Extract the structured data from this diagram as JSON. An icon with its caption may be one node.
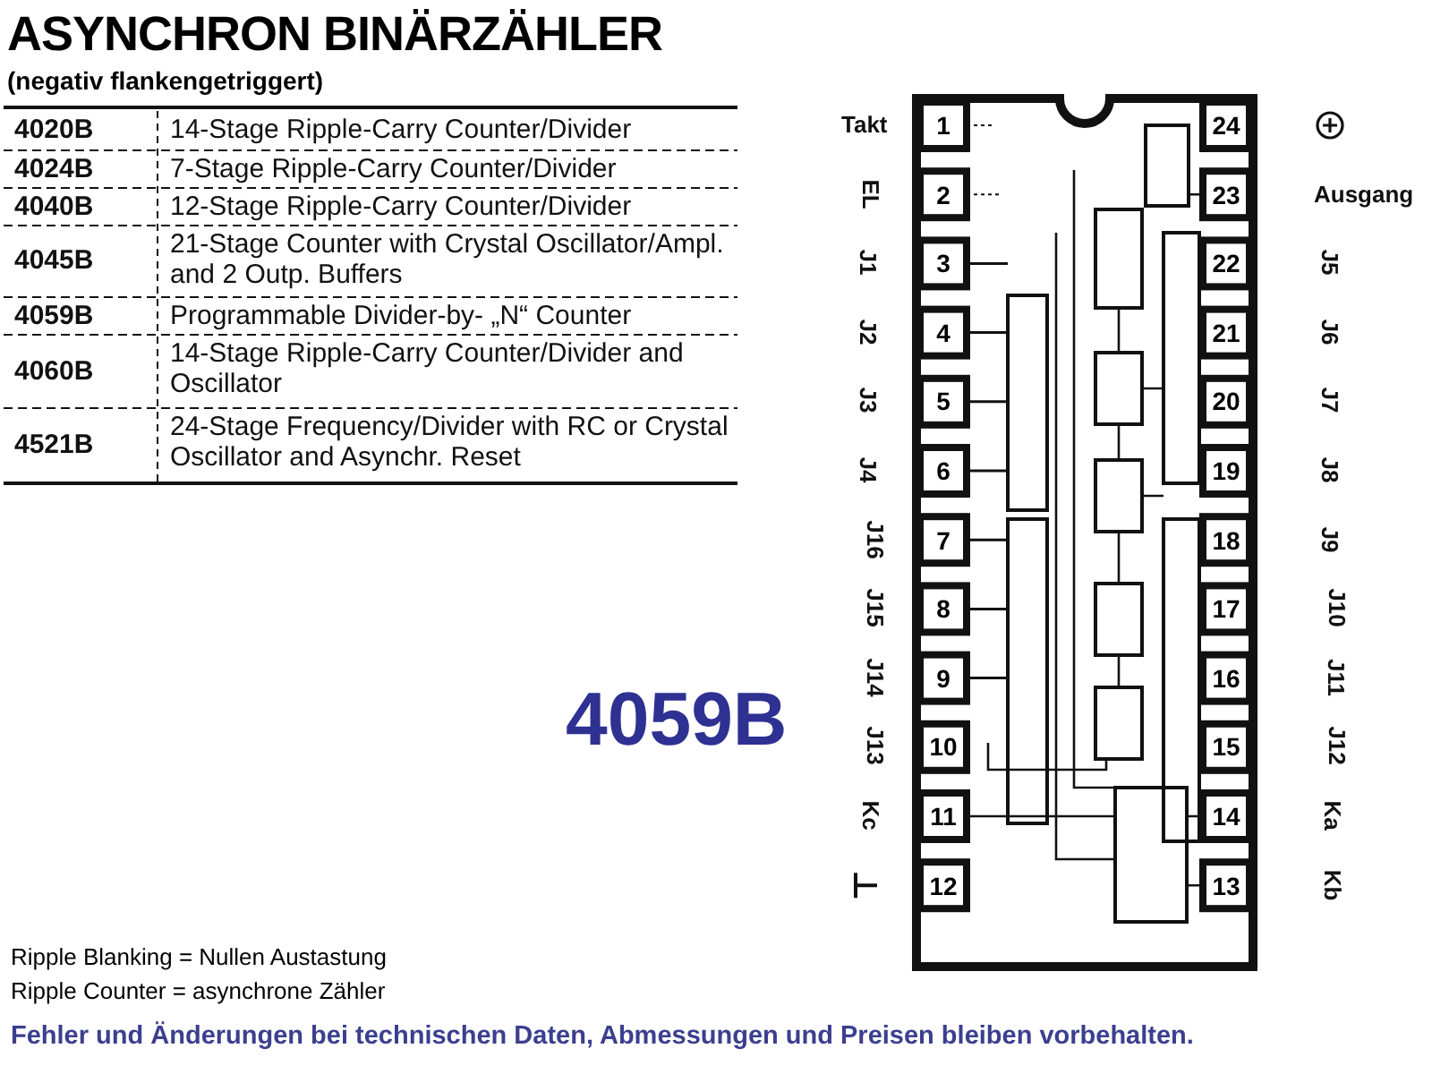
{
  "diagram": {
    "title": "ASYNCHRON BINÄRZÄHLER",
    "caption": "Fehler und Änderungen bei technischen Daten, Abmessungen und Preisen bleiben vorbehalten.",
    "labels": [
      "(negativ flankengetriggert)",
      "4020B",
      "14-Stage Ripple-Carry Counter/Divider",
      "4024B",
      "7-Stage Ripple-Carry Counter/Divider",
      "4040B",
      "12-Stage Ripple-Carry Counter/Divider",
      "4045B",
      "21-Stage Counter with Crystal Oscillator/Ampl. and 2 Outp. Buffers",
      "4059B",
      "Programmable Divider-by- „N“ Counter",
      "4060B",
      "14-Stage Ripple-Carry Counter/Divider and Oscillator",
      "4521B",
      "24-Stage Frequency/Divider with RC or Crystal Oscillator and Asynchr. Reset",
      "4059B",
      "Takt",
      "1",
      "24",
      "EL",
      "2",
      "23",
      "Ausgang",
      "J1",
      "3",
      "22",
      "J5",
      "J2",
      "4",
      "21",
      "J6",
      "J3",
      "5",
      "20",
      "J7",
      "J4",
      "6",
      "19",
      "J8",
      "J16",
      "7",
      "18",
      "J9",
      "J15",
      "8",
      "17",
      "J10",
      "J14",
      "9",
      "16",
      "J11",
      "J13",
      "10",
      "15",
      "J12",
      "Kc",
      "11",
      "14",
      "Ka",
      "12",
      "13",
      "Kb",
      "Ripple Blanking = Nullen Austastung",
      "Ripple Counter = asynchrone Zähler"
    ]
  }
}
